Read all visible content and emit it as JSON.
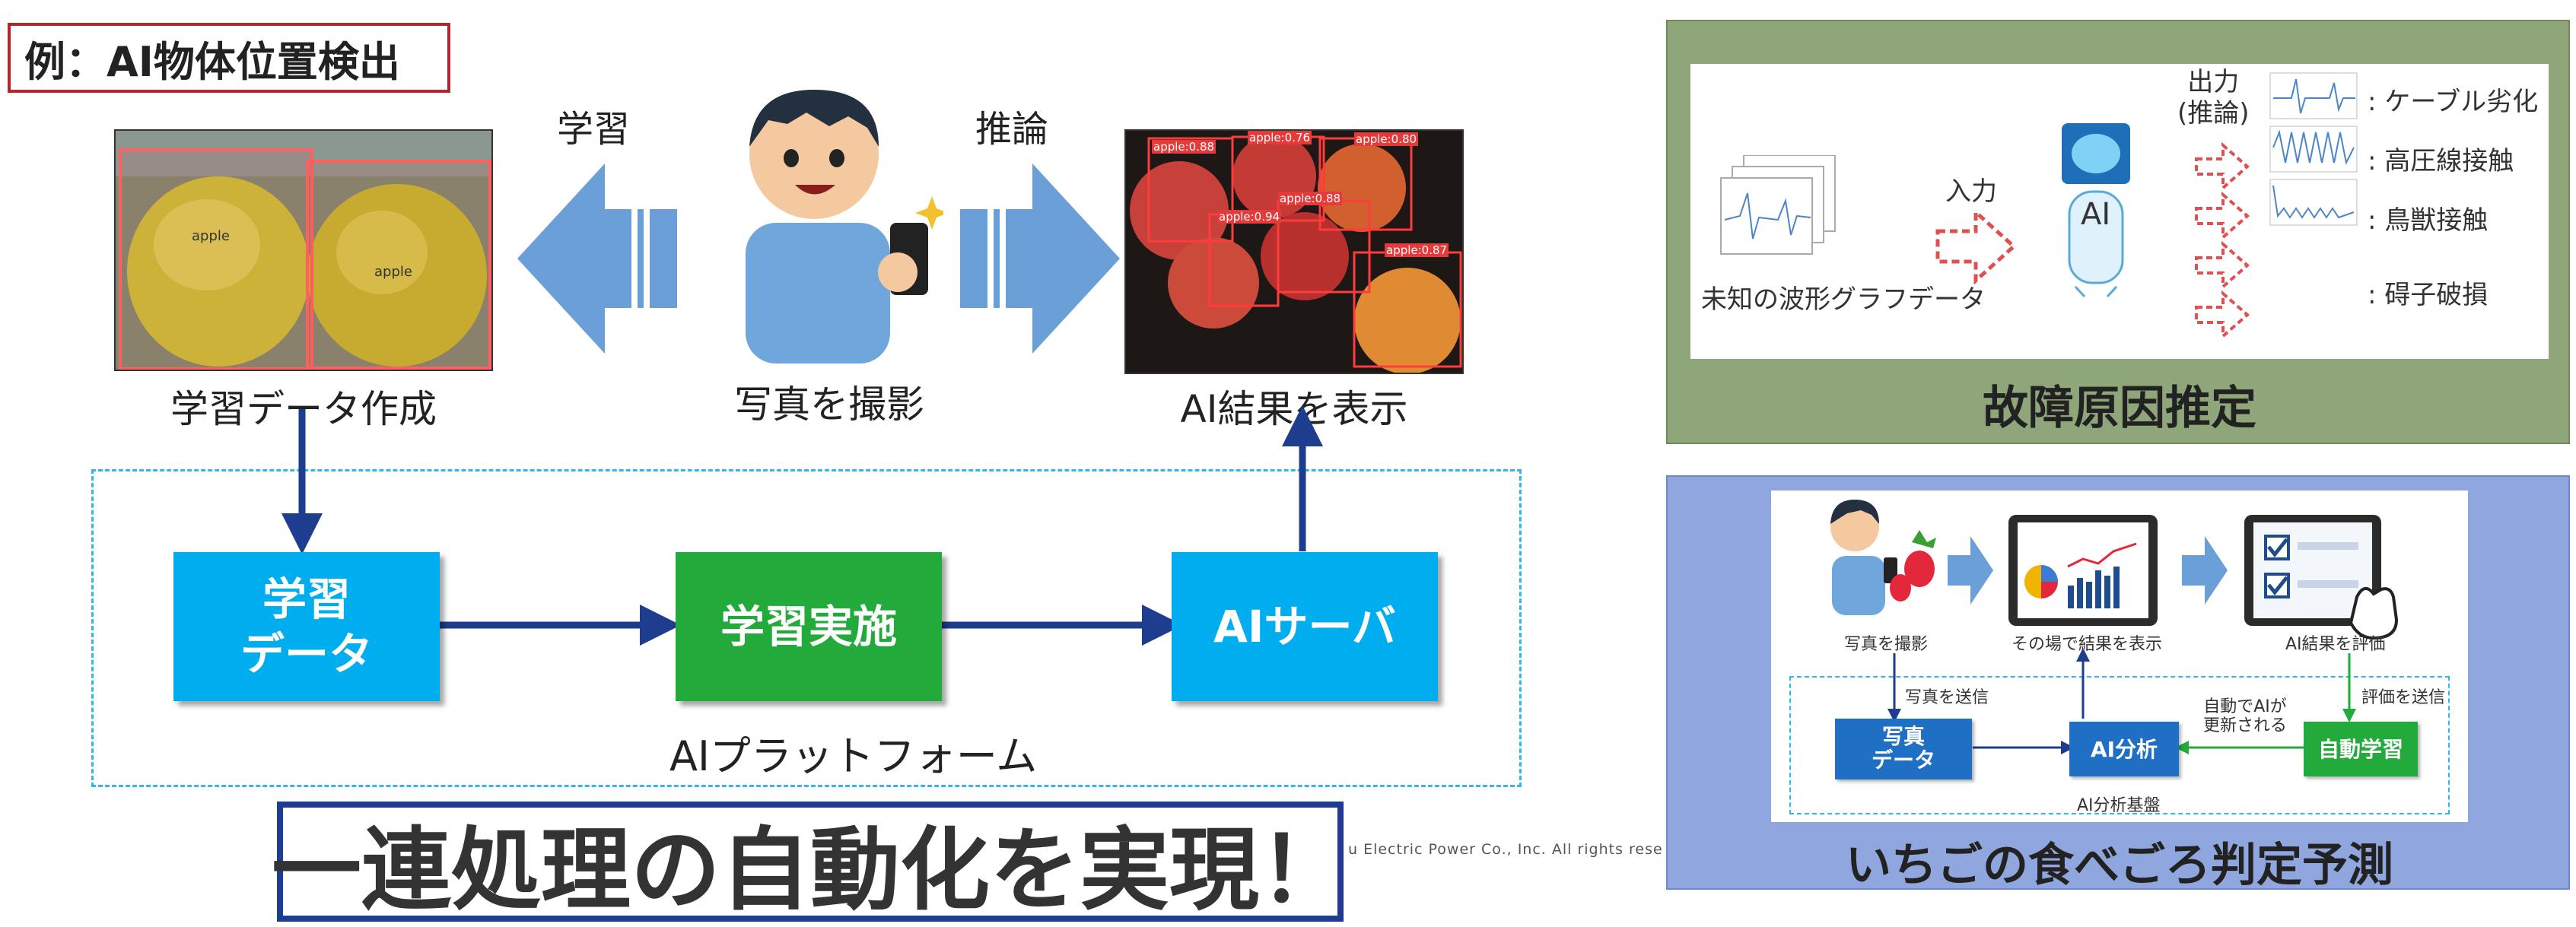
{
  "header": {
    "title": "例：AI物体位置検出"
  },
  "left_flow": {
    "learn_label": "学習",
    "infer_label": "推論",
    "captions": {
      "training_data": "学習データ作成",
      "take_photo": "写真を撮影",
      "show_result": "AI結果を表示"
    },
    "detections_left": [
      "apple",
      "apple"
    ],
    "detections_right": [
      "apple:0.88",
      "apple:0.76",
      "apple:0.80",
      "apple:0.88",
      "apple:0.94",
      "apple:0.87"
    ]
  },
  "platform": {
    "label": "AIプラットフォーム",
    "nodes": {
      "data_line1": "学習",
      "data_line2": "データ",
      "train": "学習実施",
      "server": "AIサーバ"
    }
  },
  "slogan": "一連処理の自動化を実現！",
  "copyright": "u Electric Power Co., Inc. All rights rese",
  "panel_fault": {
    "title": "故障原因推定",
    "input_label": "入力",
    "output_label_line1": "出力",
    "output_label_line2": "(推論)",
    "waveform_label": "未知の波形グラフデータ",
    "ai_label": "AI",
    "causes": [
      ": ケーブル劣化",
      ": 高圧線接触",
      ": 鳥獣接触",
      ": 碍子破損"
    ]
  },
  "panel_strawberry": {
    "title": "いちごの食べごろ判定予測",
    "captions": {
      "take_photo": "写真を撮影",
      "show_now": "その場で結果を表示",
      "evaluate": "AI結果を評価"
    },
    "send_photo": "写真を送信",
    "send_eval": "評価を送信",
    "auto_update_line1": "自動でAIが",
    "auto_update_line2": "更新される",
    "nodes": {
      "photo_line1": "写真",
      "photo_line2": "データ",
      "analysis": "AI分析",
      "auto_learn": "自動学習"
    },
    "platform_label": "AI分析基盤"
  },
  "colors": {
    "title_border": "#b3262e",
    "dark_blue_arrow": "#1e3d8f",
    "light_blue_arrow": "#6a9fd8",
    "node_cyan": "#00aeef",
    "node_green": "#22ab3b",
    "panel_green": "#8fa67a",
    "panel_blue": "#8fa7de"
  }
}
